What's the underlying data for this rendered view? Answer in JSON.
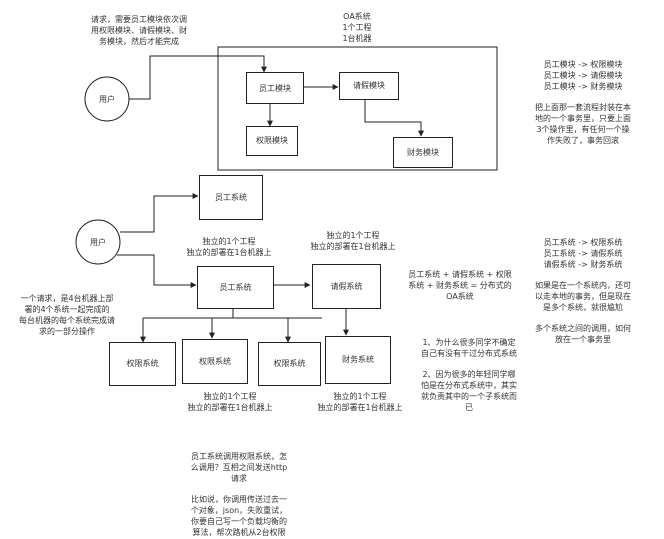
{
  "oa_title": [
    "OA系统",
    "1个工程",
    "1台机器"
  ],
  "top_note": [
    "请求，需要员工模块依次调",
    "用权限模块、请假模块、财",
    "务模块，然后才能完成"
  ],
  "user1": "用户",
  "user2": "用户",
  "modules": {
    "employee": "员工模块",
    "leave": "请假模块",
    "permission": "权限模块",
    "finance": "财务模块"
  },
  "right_note1": {
    "lines": [
      "员工模块 -> 权限模块",
      "员工模块 -> 请假模块",
      "员工模块 -> 财务模块"
    ],
    "desc": [
      "把上面那一套流程封装在本",
      "地的一个事务里，只要上面",
      "3个操作里，有任何一个操",
      "作失败了，事务回滚"
    ]
  },
  "systems": {
    "employee_top": "员工系统",
    "employee": "员工系统",
    "leave": "请假系统",
    "perm1": "权限系统",
    "perm2": "权限系统",
    "perm3": "权限系统",
    "finance": "财务系统"
  },
  "deploy": {
    "employee": [
      "独立的1个工程",
      "独立的部署在1台机器上"
    ],
    "leave": [
      "独立的1个工程",
      "独立的部署在1台机器上"
    ],
    "perm": [
      "独立的1个工程",
      "独立的部署在1台机器上"
    ],
    "finance": [
      "独立的1个工程",
      "独立的部署在1台机器上"
    ]
  },
  "left_note": [
    "一个请求，是4台机器上部",
    "署的4个系统一起完成的",
    "每台机器的每个系统完成请",
    "求的一部分操作"
  ],
  "sum_note": [
    "员工系统 + 请假系统 + 权限",
    "系统 + 财务系统 = 分布式的",
    "OA系统"
  ],
  "q_note": {
    "q1": [
      "1、为什么很多同学不确定",
      "自己有没有干过分布式系统"
    ],
    "q2": [
      "2、因为很多的年轻同学哪",
      "怕是在分布式系统中，其实",
      "就负责其中的一个子系统而",
      "已"
    ]
  },
  "right_note2": {
    "lines": [
      "员工系统 -> 权限系统",
      "员工系统 -> 请假系统",
      "请假系统 -> 财务系统"
    ],
    "desc1": [
      "如果是在一个系统内，还可",
      "以走本地的事务，但是现在",
      "是多个系统，就很尴尬"
    ],
    "desc2": [
      "多个系统之间的调用，如何",
      "放在一个事务里"
    ]
  },
  "bottom_note": {
    "title": [
      "员工系统调用权限系统，怎",
      "么调用？互相之间发送http",
      "请求"
    ],
    "body": [
      "比如说，你调用传送过去一",
      "个对象，json，失败重试，",
      "你要自己写一个负载均衡的",
      "算法，帮次路机从2台权限"
    ]
  }
}
